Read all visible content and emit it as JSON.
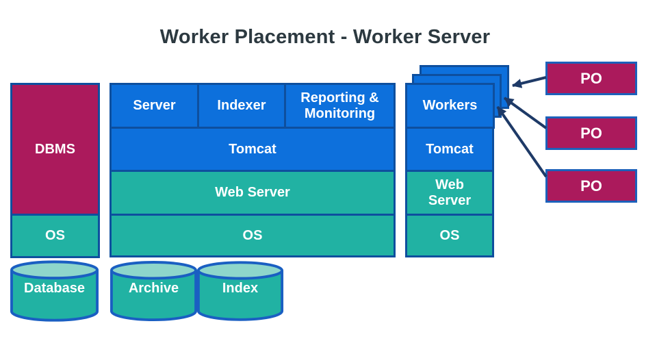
{
  "title": "Worker Placement - Worker Server",
  "colors": {
    "blue_fill": "#0d70dc",
    "teal_fill": "#21b2a3",
    "teal_light": "#8ed6cb",
    "magenta_fill": "#ab1a5c",
    "box_border": "#0e4f9e",
    "bright_border": "#1a5fc2",
    "arrow": "#1e3a67",
    "title_text": "#2c3940"
  },
  "database_host": {
    "app": "DBMS",
    "os": "OS",
    "store": "Database"
  },
  "worker_server_host": {
    "apps": [
      "Server",
      "Indexer",
      "Reporting & Monitoring"
    ],
    "middleware": "Tomcat",
    "web": "Web Server",
    "os": "OS",
    "stores": [
      "Archive",
      "Index"
    ]
  },
  "workers_host": {
    "app": "Workers",
    "middleware": "Tomcat",
    "web": "Web Server",
    "os": "OS"
  },
  "po_items": [
    {
      "label": "PO"
    },
    {
      "label": "PO"
    },
    {
      "label": "PO"
    }
  ]
}
